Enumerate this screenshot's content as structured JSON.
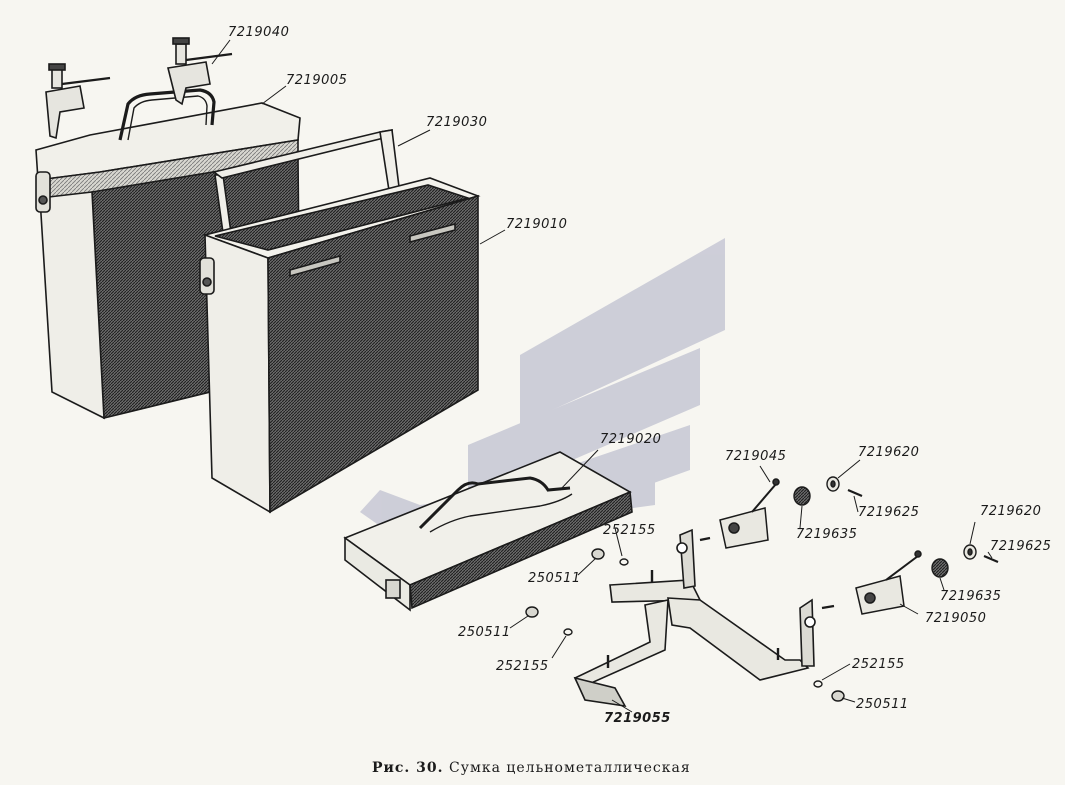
{
  "figure": {
    "caption_prefix": "Рис. 30.",
    "caption_text": "Сумка цельнометаллическая"
  },
  "part_labels": {
    "p7219040": "7219040",
    "p7219005": "7219005",
    "p7219030": "7219030",
    "p7219010": "7219010",
    "p7219020": "7219020",
    "p7219045": "7219045",
    "p7219620_a": "7219620",
    "p7219625_a": "7219625",
    "p7219635_a": "7219635",
    "p7219620_b": "7219620",
    "p7219625_b": "7219625",
    "p7219635_b": "7219635",
    "p7219050": "7219050",
    "p252155_a": "252155",
    "p250511_a": "250511",
    "p250511_b": "250511",
    "p252155_b": "252155",
    "p252155_c": "252155",
    "p250511_c": "250511",
    "p7219055": "7219055"
  },
  "colors": {
    "ink": "#1b1b1b",
    "paper": "#f7f6f1",
    "watermark": "#c9cad6"
  }
}
